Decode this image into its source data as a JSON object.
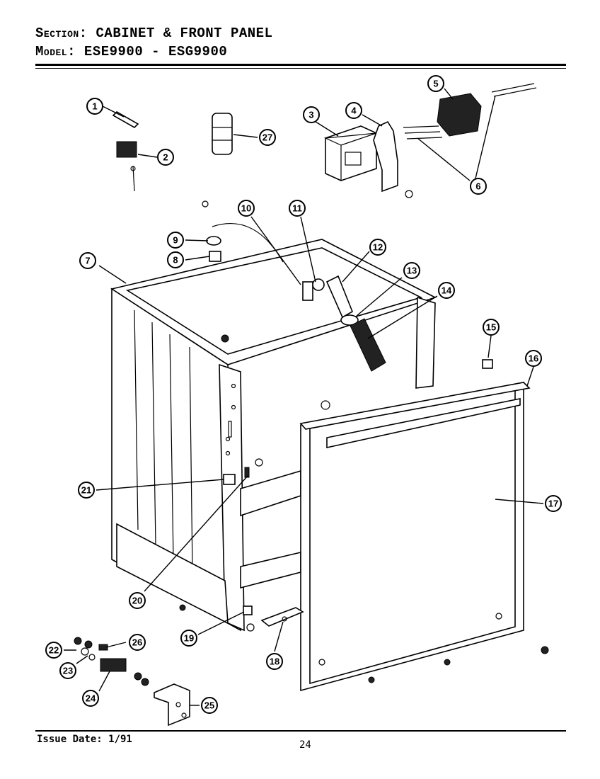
{
  "header": {
    "section_label": "Section:",
    "section_value": "CABINET & FRONT PANEL",
    "model_label": "Model:",
    "model_value": "ESE9900 - ESG9900"
  },
  "footer": {
    "issue_date": "Issue Date: 1/91",
    "page_number": "24"
  },
  "callouts": [
    "1",
    "2",
    "3",
    "4",
    "5",
    "6",
    "7",
    "8",
    "9",
    "10",
    "11",
    "12",
    "13",
    "14",
    "15",
    "16",
    "17",
    "18",
    "19",
    "20",
    "21",
    "22",
    "23",
    "24",
    "25",
    "26",
    "27"
  ]
}
